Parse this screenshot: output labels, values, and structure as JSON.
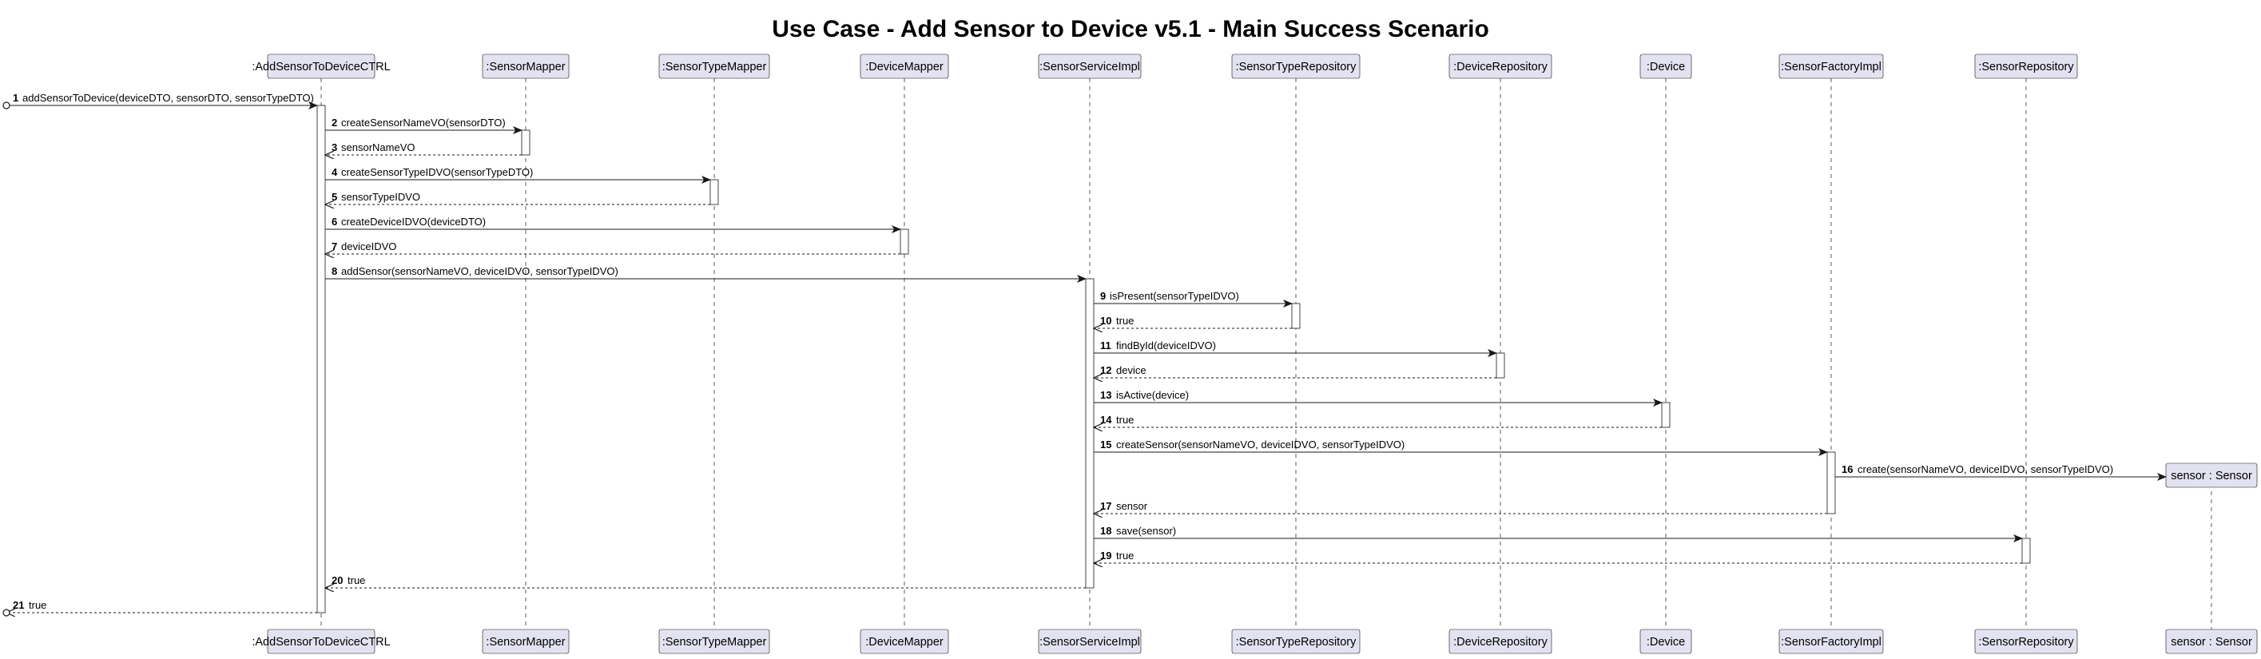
{
  "title": "Use Case - Add Sensor to Device v5.1 - Main Success Scenario",
  "participants": [
    {
      "id": "ctrl",
      "label": ":AddSensorToDeviceCTRL"
    },
    {
      "id": "snm",
      "label": ":SensorMapper"
    },
    {
      "id": "stm",
      "label": ":SensorTypeMapper"
    },
    {
      "id": "dm",
      "label": ":DeviceMapper"
    },
    {
      "id": "ssi",
      "label": ":SensorServiceImpl"
    },
    {
      "id": "str",
      "label": ":SensorTypeRepository"
    },
    {
      "id": "dr",
      "label": ":DeviceRepository"
    },
    {
      "id": "dev",
      "label": ":Device"
    },
    {
      "id": "sfi",
      "label": ":SensorFactoryImpl"
    },
    {
      "id": "sr",
      "label": ":SensorRepository"
    },
    {
      "id": "sen",
      "label": "sensor : Sensor"
    }
  ],
  "messages": [
    {
      "num": "1",
      "text": "addSensorToDevice(deviceDTO, sensorDTO, sensorTypeDTO)",
      "from": "start",
      "to": "ctrl",
      "kind": "sync"
    },
    {
      "num": "2",
      "text": "createSensorNameVO(sensorDTO)",
      "from": "ctrl",
      "to": "snm",
      "kind": "sync"
    },
    {
      "num": "3",
      "text": "sensorNameVO",
      "from": "snm",
      "to": "ctrl",
      "kind": "reply"
    },
    {
      "num": "4",
      "text": "createSensorTypeIDVO(sensorTypeDTO)",
      "from": "ctrl",
      "to": "stm",
      "kind": "sync"
    },
    {
      "num": "5",
      "text": "sensorTypeIDVO",
      "from": "stm",
      "to": "ctrl",
      "kind": "reply"
    },
    {
      "num": "6",
      "text": "createDeviceIDVO(deviceDTO)",
      "from": "ctrl",
      "to": "dm",
      "kind": "sync"
    },
    {
      "num": "7",
      "text": "deviceIDVO",
      "from": "dm",
      "to": "ctrl",
      "kind": "reply"
    },
    {
      "num": "8",
      "text": "addSensor(sensorNameVO, deviceIDVO, sensorTypeIDVO)",
      "from": "ctrl",
      "to": "ssi",
      "kind": "sync"
    },
    {
      "num": "9",
      "text": "isPresent(sensorTypeIDVO)",
      "from": "ssi",
      "to": "str",
      "kind": "sync"
    },
    {
      "num": "10",
      "text": "true",
      "from": "str",
      "to": "ssi",
      "kind": "reply"
    },
    {
      "num": "11",
      "text": "findById(deviceIDVO)",
      "from": "ssi",
      "to": "dr",
      "kind": "sync"
    },
    {
      "num": "12",
      "text": "device",
      "from": "dr",
      "to": "ssi",
      "kind": "reply"
    },
    {
      "num": "13",
      "text": "isActive(device)",
      "from": "ssi",
      "to": "dev",
      "kind": "sync"
    },
    {
      "num": "14",
      "text": "true",
      "from": "dev",
      "to": "ssi",
      "kind": "reply"
    },
    {
      "num": "15",
      "text": "createSensor(sensorNameVO, deviceIDVO, sensorTypeIDVO)",
      "from": "ssi",
      "to": "sfi",
      "kind": "sync"
    },
    {
      "num": "16",
      "text": "create(sensorNameVO, deviceIDVO, sensorTypeIDVO)",
      "from": "sfi",
      "to": "sen",
      "kind": "create"
    },
    {
      "num": "17",
      "text": "sensor",
      "from": "sfi",
      "to": "ssi",
      "kind": "reply"
    },
    {
      "num": "18",
      "text": "save(sensor)",
      "from": "ssi",
      "to": "sr",
      "kind": "sync"
    },
    {
      "num": "19",
      "text": "true",
      "from": "sr",
      "to": "ssi",
      "kind": "reply"
    },
    {
      "num": "20",
      "text": "true",
      "from": "ssi",
      "to": "ctrl",
      "kind": "reply"
    },
    {
      "num": "21",
      "text": "true",
      "from": "ctrl",
      "to": "start",
      "kind": "reply"
    }
  ]
}
